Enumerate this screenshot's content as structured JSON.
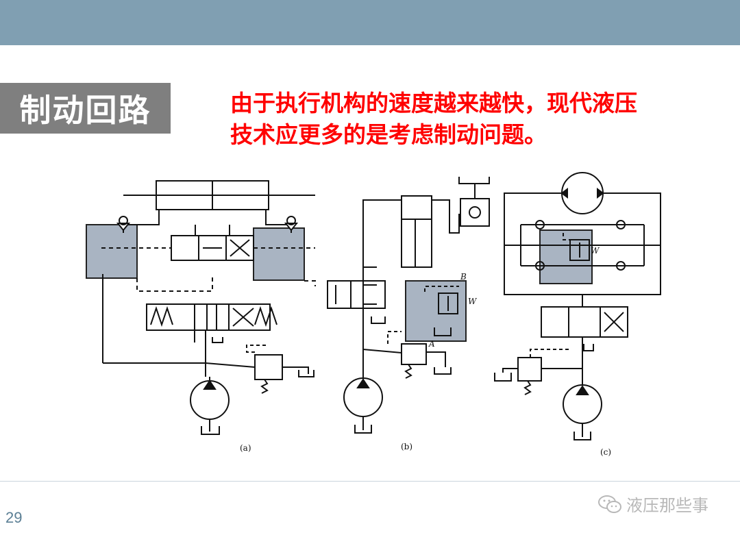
{
  "slide": {
    "title": "制动回路",
    "subtitle_line1": "由于执行机构的速度越来越快，现代液压",
    "subtitle_line2": "技术应更多的是考虑制动问题。",
    "page_number": "29",
    "watermark": "液压那些事"
  },
  "diagram": {
    "labels": {
      "a": "(a)",
      "b": "(b)",
      "c": "(c)",
      "B": "B",
      "A": "A",
      "W1": "W",
      "W2": "W"
    }
  },
  "colors": {
    "topbar": "#809fb2",
    "title_bg": "#7f7f7f",
    "subtitle": "#ff0000",
    "highlight": "#a9b4c2"
  }
}
